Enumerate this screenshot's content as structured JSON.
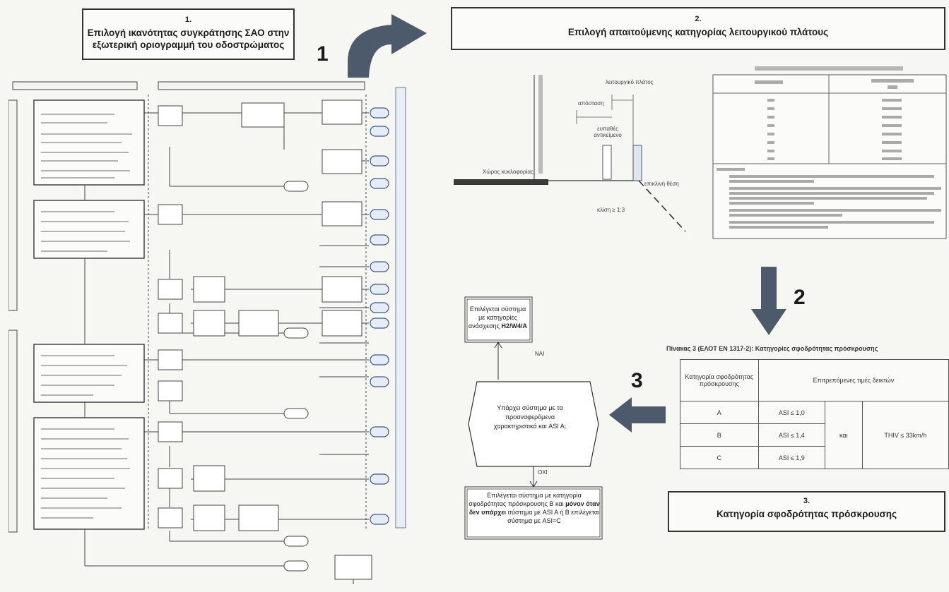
{
  "step1": {
    "number": "1.",
    "title_line1": "Επιλογή ικανότητας συγκράτησης ΣΑΟ στην",
    "title_line2": "εξωτερική οριογραμμή του οδοστρώματος"
  },
  "step2": {
    "number": "2.",
    "title": "Επιλογή απαιτούμενης κατηγορίας λειτουργικού πλάτους"
  },
  "step3": {
    "number": "3.",
    "title": "Κατηγορία σφοδρότητας πρόσκρουσης"
  },
  "arrow_numbers": {
    "a": "1",
    "b": "2",
    "c": "3"
  },
  "width_diagram": {
    "traffic_space": "Χώρος κυκλοφορίας",
    "working_width": "λειτουργικό πλάτος",
    "distance": "απόσταση",
    "obstacle": "ευπαθές αντικείμενο",
    "embankment": "επικλινή θέση",
    "slope": "κλίση ≥ 1:3"
  },
  "table3": {
    "caption": "Πίνακας 3 (ΕΛΟΤ ΕΝ 1317-2): Κατηγορίες σφοδρότητας πρόσκρουσης",
    "col1_header": "Κατηγορία σφοδρότητας πρόσκρουσης",
    "col2_header": "Επιτρεπόμενες τιμές δεικτών",
    "rows": [
      {
        "cat": "A",
        "asi": "ASI ≤ 1,0"
      },
      {
        "cat": "B",
        "asi": "ASI ≤ 1,4"
      },
      {
        "cat": "C",
        "asi": "ASI ≤ 1,9"
      }
    ],
    "join": "και",
    "thiv": "THIV ≤ 33km/h"
  },
  "decision": {
    "top_box_text": "Επιλέγεται σύστημα με κατηγορίες ανάσχεσης",
    "top_box_bold": "H2/W4/A",
    "yes": "ΝΑΙ",
    "question": "Υπάρχει σύστημα με τα προαναφερόμενα χαρακτηριστικά και ASI A;",
    "no": "ΟΧΙ",
    "bottom_box_part1": "Επιλέγεται σύστημα με κατηγορία σφοδρότητας πρόσκρουσης B και",
    "bottom_box_bold": "μόνον όταν δεν υπάρχει",
    "bottom_box_part2": "σύστημα με ASI A ή B επιλέγεται σύστημα με ASI=C"
  },
  "colors": {
    "arrow": "#4d5a6b",
    "box_border": "#333333",
    "background": "#f6f6f2",
    "flow_line": "#444444"
  }
}
